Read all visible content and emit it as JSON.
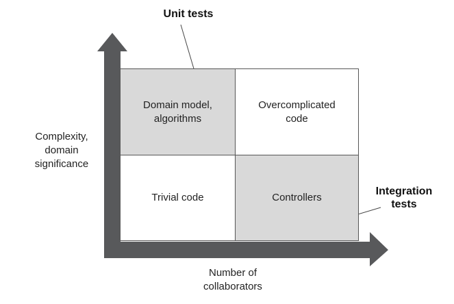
{
  "quadrants": {
    "top_left": "Domain model,\nalgorithms",
    "top_right": "Overcomplicated\ncode",
    "bottom_left": "Trivial code",
    "bottom_right": "Controllers"
  },
  "axes": {
    "y_label": "Complexity,\ndomain\nsignificance",
    "x_label": "Number of\ncollaborators"
  },
  "callouts": {
    "unit_tests": "Unit tests",
    "integration_tests": "Integration\ntests"
  },
  "colors": {
    "arrow": "#58595b",
    "shaded_quadrant": "#d9d9d9"
  }
}
